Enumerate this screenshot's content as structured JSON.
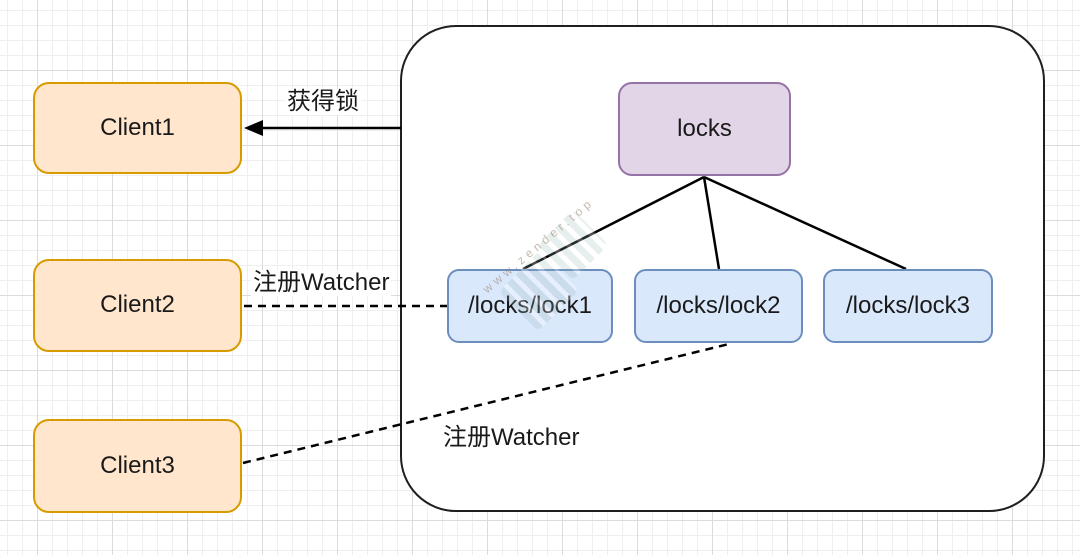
{
  "diagram": {
    "title_hint": "zookeeper-distributed-lock",
    "clients": [
      {
        "label": "Client1"
      },
      {
        "label": "Client2"
      },
      {
        "label": "Client3"
      }
    ],
    "zookeeper": {
      "root": {
        "label": "locks"
      },
      "children": [
        {
          "label": "/locks/lock1"
        },
        {
          "label": "/locks/lock2"
        },
        {
          "label": "/locks/lock3"
        }
      ]
    },
    "edges": {
      "acquire": {
        "label": "获得锁",
        "style": "solid-arrow",
        "from": "zookeeper-container",
        "to": "Client1"
      },
      "watcher1": {
        "label": "注册Watcher",
        "style": "dashed",
        "from": "Client2",
        "to": "/locks/lock1"
      },
      "watcher2": {
        "label": "注册Watcher",
        "style": "dashed",
        "from": "Client3",
        "to": "/locks/lock2"
      }
    },
    "watermark": {
      "site": "www.zender.top"
    },
    "colors": {
      "client_fill": "#FFE6CC",
      "client_stroke": "#D79B00",
      "root_fill": "#E1D5E7",
      "root_stroke": "#9673A6",
      "lock_fill": "#DAE8FC",
      "lock_stroke": "#6C8EBF",
      "container_stroke": "#1F1F1F",
      "edge_line": "#000000",
      "grid_minor": "#EFEFEF",
      "grid_major": "#DCDCDC"
    }
  }
}
